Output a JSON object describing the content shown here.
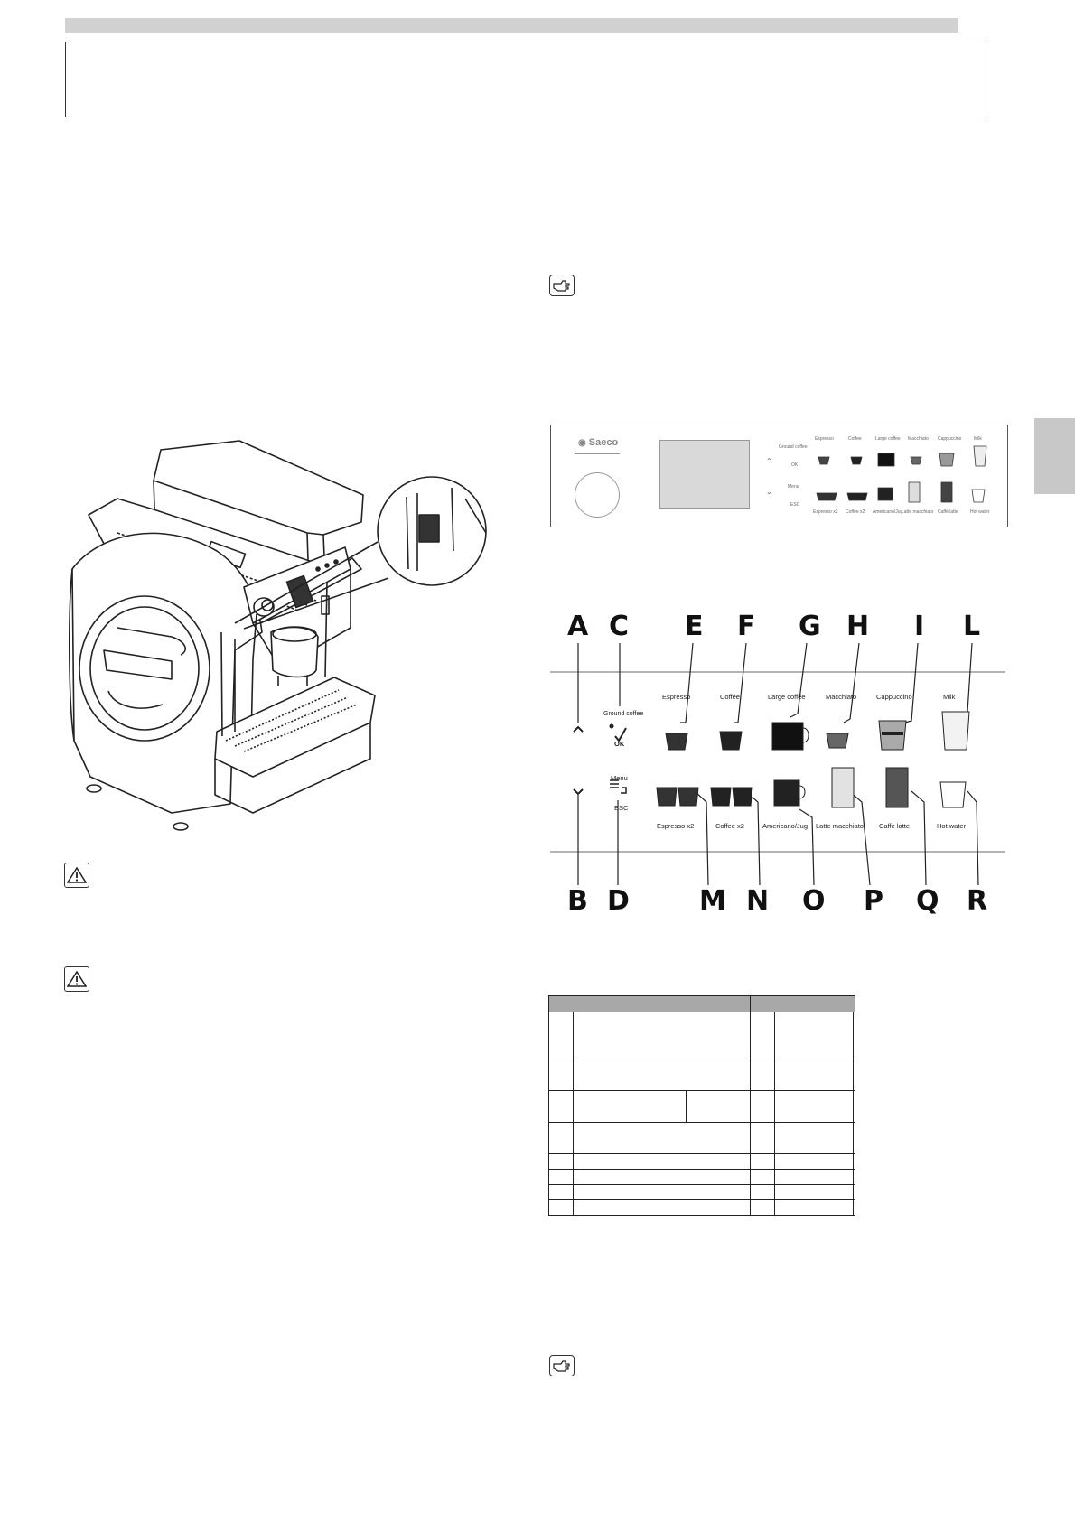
{
  "control_panel_small": {
    "brand": "Saeco",
    "ground_coffee": "Ground coffee",
    "ok": "OK",
    "menu": "Menu",
    "esc": "ESC",
    "top_drinks": [
      "Espresso",
      "Coffee",
      "Large coffee",
      "Macchiato",
      "Cappuccino",
      "Milk"
    ],
    "bottom_drinks": [
      "Espresso x2",
      "Coffee x2",
      "Americano/Jug",
      "Latte macchiato",
      "Caffè latte",
      "Hot water"
    ]
  },
  "control_panel_detail": {
    "top_letters": [
      "A",
      "C",
      "E",
      "F",
      "G",
      "H",
      "I",
      "L"
    ],
    "bottom_letters": [
      "B",
      "D",
      "M",
      "N",
      "O",
      "P",
      "Q",
      "R"
    ],
    "ground_coffee": "Ground coffee",
    "ok": "OK",
    "menu": "Menu",
    "esc": "ESC",
    "top_drinks": [
      "Espresso",
      "Coffee",
      "Large coffee",
      "Macchiato",
      "Cappuccino",
      "Milk"
    ],
    "bottom_drinks": [
      "Espresso x2",
      "Coffee x2",
      "Americano/Jug",
      "Latte macchiato",
      "Caffè latte",
      "Hot water"
    ]
  }
}
